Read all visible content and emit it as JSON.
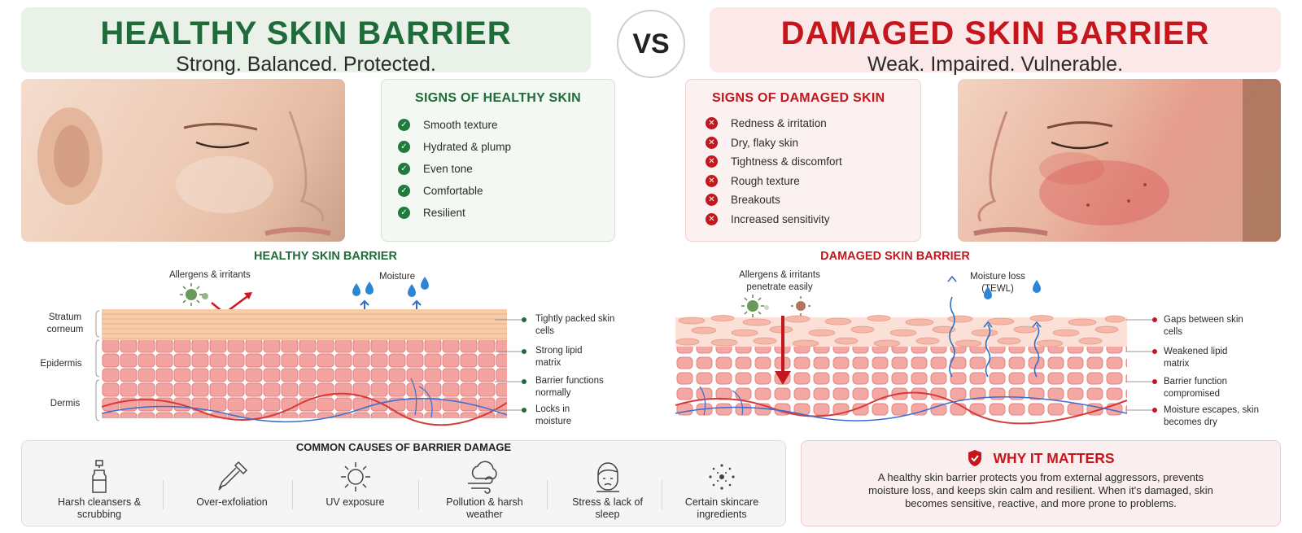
{
  "healthy": {
    "title": "HEALTHY SKIN BARRIER",
    "subtitle": "Strong. Balanced. Protected.",
    "signs_title": "SIGNS OF HEALTHY SKIN",
    "signs": [
      "Smooth texture",
      "Hydrated & plump",
      "Even tone",
      "Comfortable",
      "Resilient"
    ],
    "diagram_title": "HEALTHY SKIN BARRIER",
    "label_allergens": "Allergens & irritants",
    "label_moisture": "Moisture",
    "layers": [
      "Stratum corneum",
      "Epidermis",
      "Dermis"
    ],
    "callouts": [
      "Tightly packed skin cells",
      "Strong lipid matrix",
      "Barrier functions normally",
      "Locks in moisture"
    ],
    "color": "#1f6b3a"
  },
  "vs": "VS",
  "damaged": {
    "title": "DAMAGED SKIN BARRIER",
    "subtitle": "Weak. Impaired. Vulnerable.",
    "signs_title": "SIGNS OF DAMAGED SKIN",
    "signs": [
      "Redness & irritation",
      "Dry, flaky skin",
      "Tightness & discomfort",
      "Rough texture",
      "Breakouts",
      "Increased sensitivity"
    ],
    "diagram_title": "DAMAGED SKIN BARRIER",
    "label_allergens": "Allergens & irritants penetrate easily",
    "label_moisture": "Moisture loss (TEWL)",
    "callouts": [
      "Gaps between skin cells",
      "Weakened lipid matrix",
      "Barrier function compromised",
      "Moisture escapes, skin becomes dry"
    ],
    "color": "#c4161c"
  },
  "causes": {
    "title": "COMMON CAUSES OF BARRIER DAMAGE",
    "items": [
      {
        "label": "Harsh cleansers & scrubbing",
        "icon": "bottle-icon"
      },
      {
        "label": "Over-exfoliation",
        "icon": "dropper-icon"
      },
      {
        "label": "UV exposure",
        "icon": "sun-icon"
      },
      {
        "label": "Pollution & harsh weather",
        "icon": "cloud-wind-icon"
      },
      {
        "label": "Stress & lack of sleep",
        "icon": "stressed-face-icon"
      },
      {
        "label": "Certain skincare ingredients",
        "icon": "particles-icon"
      }
    ]
  },
  "why": {
    "title": "WHY IT MATTERS",
    "text": "A healthy skin barrier protects you from external aggressors, prevents moisture loss, and keeps skin calm and resilient. When it's damaged, skin becomes sensitive, reactive, and more prone to problems."
  }
}
